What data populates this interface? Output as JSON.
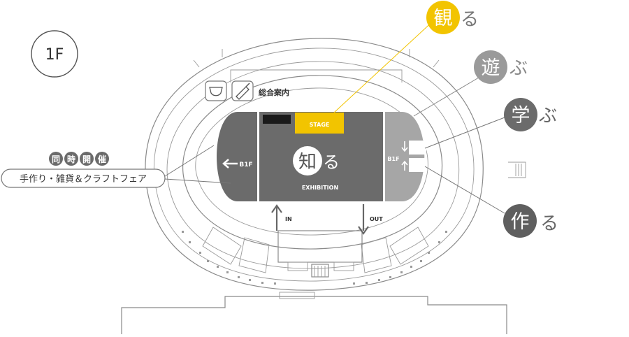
{
  "floor": {
    "label": "1F"
  },
  "map": {
    "info_label": "総合案内",
    "stage_label": "STAGE",
    "exhibition_label": "EXHIBITION",
    "b1f_left": "B1F",
    "b1f_right": "B1F",
    "in_label": "IN",
    "out_label": "OUT"
  },
  "zones": {
    "miru": {
      "kanji": "観",
      "kana": "る",
      "color": "#f2c400"
    },
    "asobu": {
      "kanji": "遊",
      "kana": "ぶ",
      "color": "#9a9a9a"
    },
    "manabu": {
      "kanji": "学",
      "kana": "ぶ",
      "color": "#6b6b6b"
    },
    "tsukuru": {
      "kanji": "作",
      "kana": "る",
      "color": "#5f5f5f"
    },
    "shiru": {
      "kanji": "知",
      "kana": "る",
      "color": "#ffffff"
    }
  },
  "concurrent": {
    "chars": [
      "同",
      "時",
      "開",
      "催"
    ],
    "text": "手作り・雑貨＆クラフトフェア"
  },
  "icons": [
    "diaper-icon",
    "bottle-icon"
  ],
  "colors": {
    "accent_yellow": "#f2c400",
    "dark_gray": "#6b6b6b",
    "mid_gray": "#9a9a9a"
  }
}
